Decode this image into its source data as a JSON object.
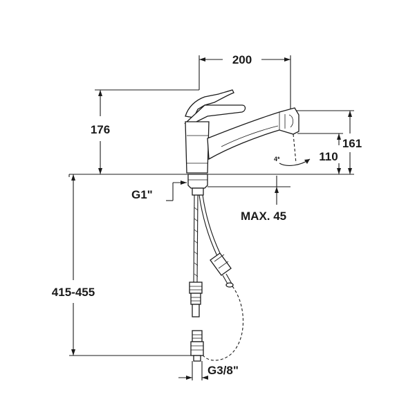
{
  "dimensions": {
    "spout_reach": "200",
    "height_above_deck": "176",
    "spout_outlet_height": "161",
    "spray_swivel": "110",
    "tap_connection": "G1\"",
    "max_deck_thickness": "MAX. 45",
    "supply_hose_length": "415-455",
    "hose_connection": "G3/8\"",
    "rotation_mark": "4*"
  }
}
